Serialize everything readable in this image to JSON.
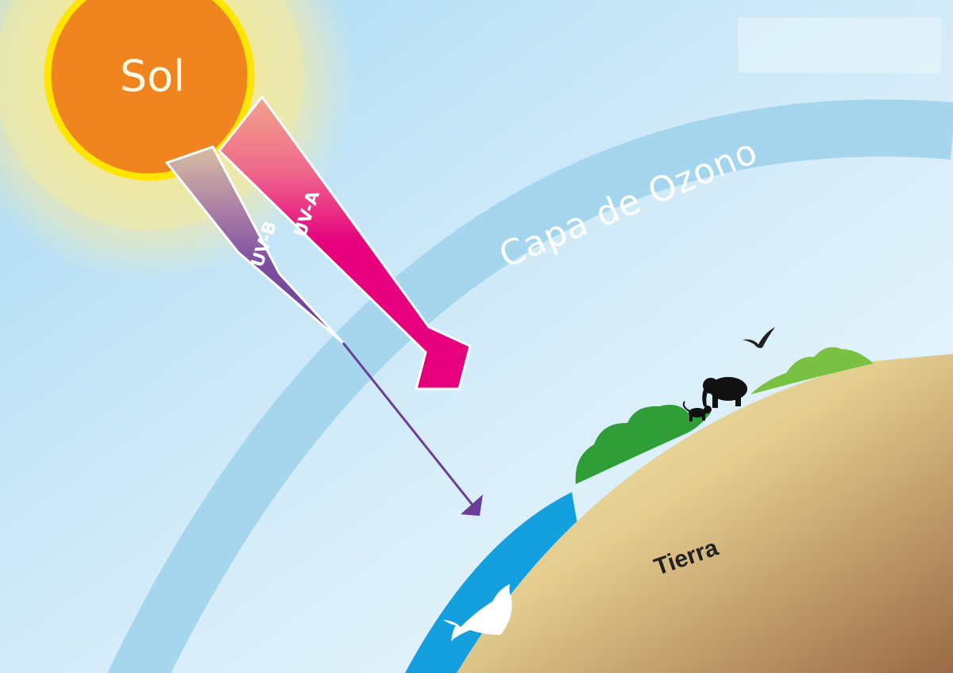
{
  "labels": {
    "sun": "Sol",
    "ozone_layer": "Capa de Ozono",
    "uv_b": "UV-B",
    "uv_a": "UV-A",
    "earth": "Tierra"
  },
  "icons": [
    "sun-icon",
    "elephant-icon",
    "monkey-icon",
    "bird-icon",
    "whale-icon"
  ],
  "colors": {
    "sun": "#f0841f",
    "sun_rim": "#ffe500",
    "ozone": "#a5d6ee",
    "uv_a": "#e6007e",
    "uv_b": "#6c3d96",
    "earth": "#e9d69a",
    "water": "#14a0de",
    "vegetation": "#2f9e37"
  }
}
